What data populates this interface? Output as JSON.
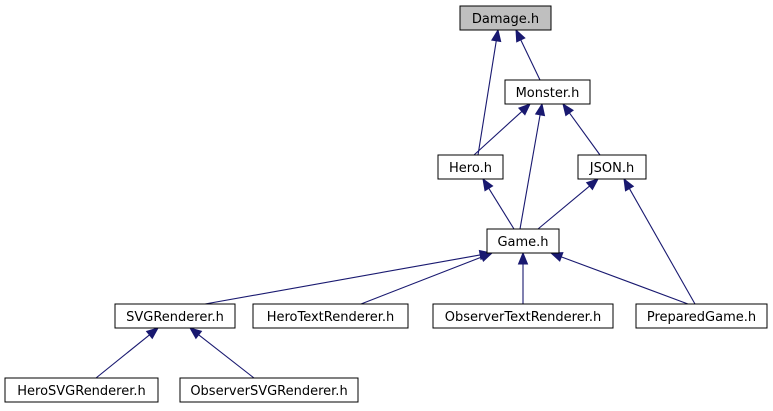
{
  "graph": {
    "colors": {
      "edge": "#191970",
      "node_border": "#000000",
      "node_fill": "#ffffff",
      "root_fill": "#bfbfbf"
    },
    "nodes": {
      "damage": "Damage.h",
      "monster": "Monster.h",
      "hero": "Hero.h",
      "json": "JSON.h",
      "game": "Game.h",
      "svg_renderer": "SVGRenderer.h",
      "hero_text_renderer": "HeroTextRenderer.h",
      "observer_text_renderer": "ObserverTextRenderer.h",
      "prepared_game": "PreparedGame.h",
      "hero_svg_renderer": "HeroSVGRenderer.h",
      "observer_svg_renderer": "ObserverSVGRenderer.h"
    },
    "edges": [
      {
        "from": "monster",
        "to": "damage"
      },
      {
        "from": "hero",
        "to": "damage"
      },
      {
        "from": "hero",
        "to": "monster"
      },
      {
        "from": "game",
        "to": "monster"
      },
      {
        "from": "json",
        "to": "monster"
      },
      {
        "from": "game",
        "to": "hero"
      },
      {
        "from": "game",
        "to": "json"
      },
      {
        "from": "prepared_game",
        "to": "json"
      },
      {
        "from": "svg_renderer",
        "to": "game"
      },
      {
        "from": "hero_text_renderer",
        "to": "game"
      },
      {
        "from": "observer_text_renderer",
        "to": "game"
      },
      {
        "from": "prepared_game",
        "to": "game"
      },
      {
        "from": "hero_svg_renderer",
        "to": "svg_renderer"
      },
      {
        "from": "observer_svg_renderer",
        "to": "svg_renderer"
      }
    ]
  }
}
